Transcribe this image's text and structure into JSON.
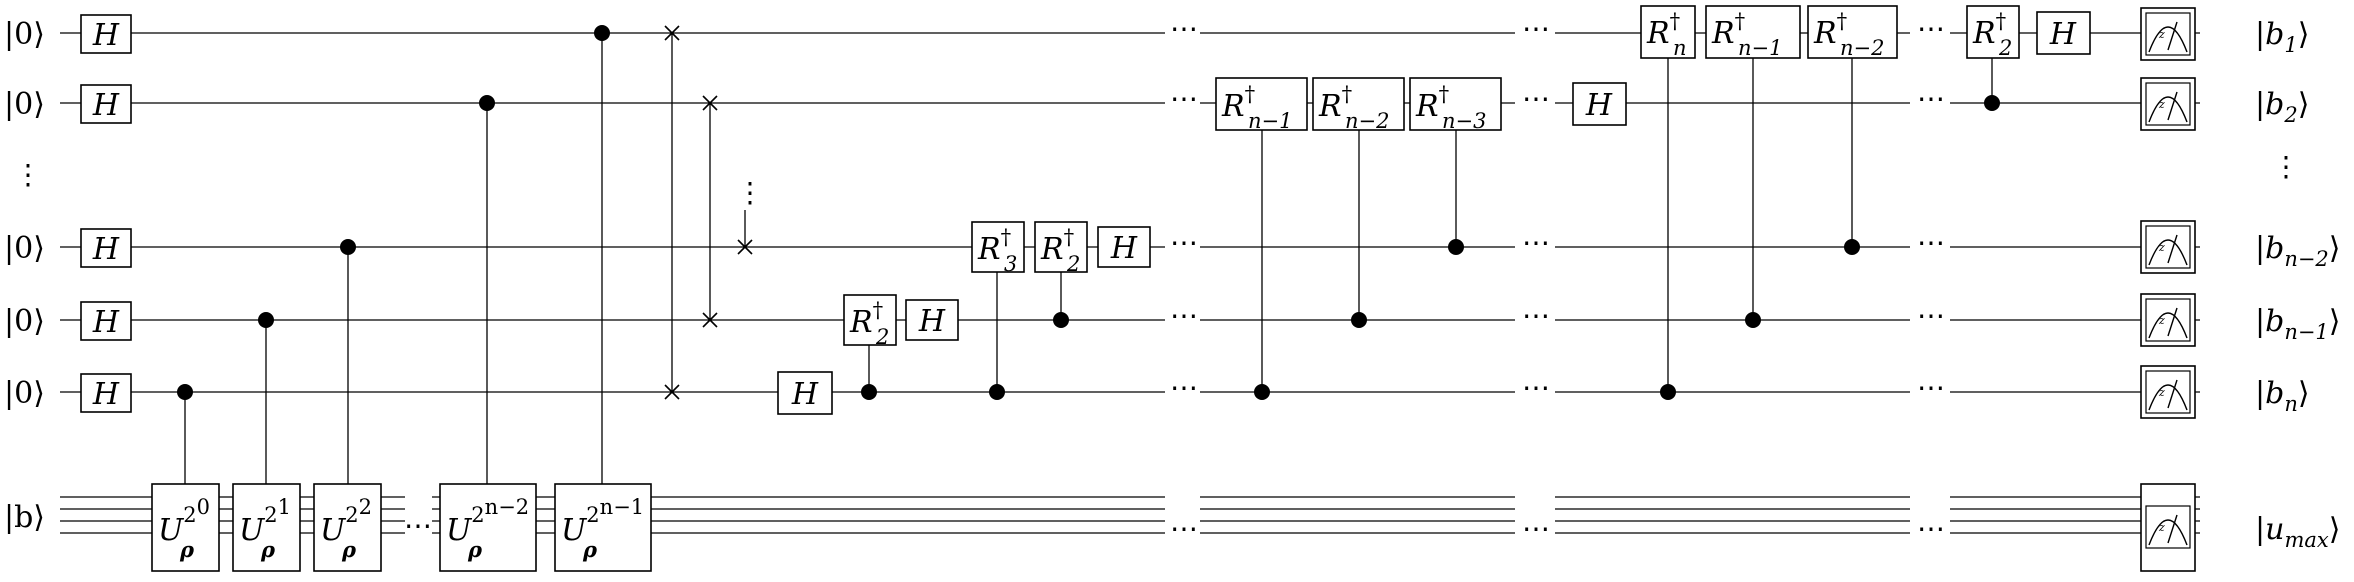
{
  "inputs": {
    "qubit": "|0⟩",
    "vertical_dots": "⋮",
    "register": "|b⟩"
  },
  "outputs": {
    "b1": "|b",
    "b1_sub": "1",
    "b2": "|b",
    "b2_sub": "2",
    "vertical_dots": "⋮",
    "bn2": "|b",
    "bn2_sub": "n−2",
    "bn1": "|b",
    "bn1_sub": "n−1",
    "bn": "|b",
    "bn_sub": "n",
    "umax": "|u",
    "umax_sub": "max",
    "ket_close": "⟩"
  },
  "gates": {
    "hadamard": "H",
    "rotation": "R",
    "dagger": "†",
    "unitary": "U",
    "rho": "ρ",
    "two": "2",
    "pow0": "0",
    "pow1": "1",
    "pow2": "2",
    "pow_n2": "n−2",
    "pow_n1": "n−1",
    "sub_2": "2",
    "sub_3": "3",
    "sub_n": "n",
    "sub_n1": "n−1",
    "sub_n2": "n−2",
    "sub_n3": "n−3"
  },
  "ellipsis": "⋯",
  "swap_dots": "⋮",
  "meter_basis": "z"
}
